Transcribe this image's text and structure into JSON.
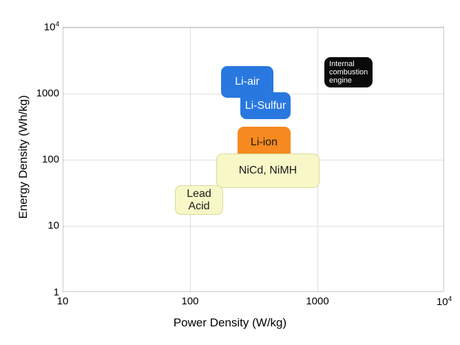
{
  "chart_data": {
    "type": "scatter",
    "title": "",
    "xlabel": "Power Density (W/kg)",
    "ylabel": "Energy Density (Wh/kg)",
    "xscale": "log",
    "yscale": "log",
    "xlim": [
      10,
      10000
    ],
    "ylim": [
      1,
      10000
    ],
    "grid": true,
    "legend": "none",
    "xticks": [
      {
        "value": 10,
        "label": "10",
        "exp": ""
      },
      {
        "value": 100,
        "label": "100",
        "exp": ""
      },
      {
        "value": 1000,
        "label": "1000",
        "exp": ""
      },
      {
        "value": 10000,
        "label": "10",
        "exp": "4"
      }
    ],
    "yticks": [
      {
        "value": 1,
        "label": "1",
        "exp": ""
      },
      {
        "value": 10,
        "label": "10",
        "exp": ""
      },
      {
        "value": 100,
        "label": "100",
        "exp": ""
      },
      {
        "value": 1000,
        "label": "1000",
        "exp": ""
      },
      {
        "value": 10000,
        "label": "10",
        "exp": "4"
      }
    ],
    "regions": [
      {
        "name": "Li-air",
        "label": "Li-air",
        "color": "#2878e0",
        "text_color": "#ffffff",
        "x_range": [
          180,
          330
        ],
        "y_range": [
          1000,
          3200
        ]
      },
      {
        "name": "Li-Sulfur",
        "label": "Li-Sulfur",
        "color": "#2878e0",
        "text_color": "#ffffff",
        "x_range": [
          265,
          520
        ],
        "y_range": [
          620,
          1250
        ]
      },
      {
        "name": "Li-ion",
        "label": "Li-ion",
        "color": "#f6891f",
        "text_color": "#1a1a1a",
        "x_range": [
          250,
          520
        ],
        "y_range": [
          120,
          340
        ]
      },
      {
        "name": "NiCd, NiMH",
        "label": "NiCd, NiMH",
        "color": "#f7f7c8",
        "text_color": "#1a1a1a",
        "x_range": [
          180,
          1000
        ],
        "y_range": [
          45,
          130
        ]
      },
      {
        "name": "Lead Acid",
        "label": "Lead\nAcid",
        "color": "#f7f7c8",
        "text_color": "#1a1a1a",
        "x_range": [
          80,
          150
        ],
        "y_range": [
          20,
          47
        ]
      },
      {
        "name": "Internal combustion engine",
        "label": "Internal\ncombustion\nengine",
        "color": "#0a0a0a",
        "text_color": "#ffffff",
        "x_range": [
          2300,
          3900
        ],
        "y_range": [
          1300,
          3100
        ]
      }
    ]
  },
  "colors": {
    "blue": "#2878e0",
    "orange": "#f6891f",
    "yellow": "#f7f7c8",
    "black": "#0a0a0a",
    "grid": "#bdbdbd",
    "axis": "#c9c9c9",
    "background": "#ffffff"
  },
  "labels": {
    "li_air": "Li-air",
    "li_sulfur": "Li-Sulfur",
    "li_ion": "Li-ion",
    "nicd_nimh": "NiCd, NiMH",
    "lead_acid_line1": "Lead",
    "lead_acid_line2": "Acid",
    "ice_line1": "Internal",
    "ice_line2": "combustion",
    "ice_line3": "engine"
  },
  "axes": {
    "x_title": "Power Density (W/kg)",
    "y_title": "Energy Density (Wh/kg)",
    "x_tick_1": "10",
    "x_tick_2": "100",
    "x_tick_3": "1000",
    "x_tick_4": "10",
    "x_tick_4_exp": "4",
    "y_tick_1": "1",
    "y_tick_2": "10",
    "y_tick_3": "100",
    "y_tick_4": "1000",
    "y_tick_5": "10",
    "y_tick_5_exp": "4"
  }
}
